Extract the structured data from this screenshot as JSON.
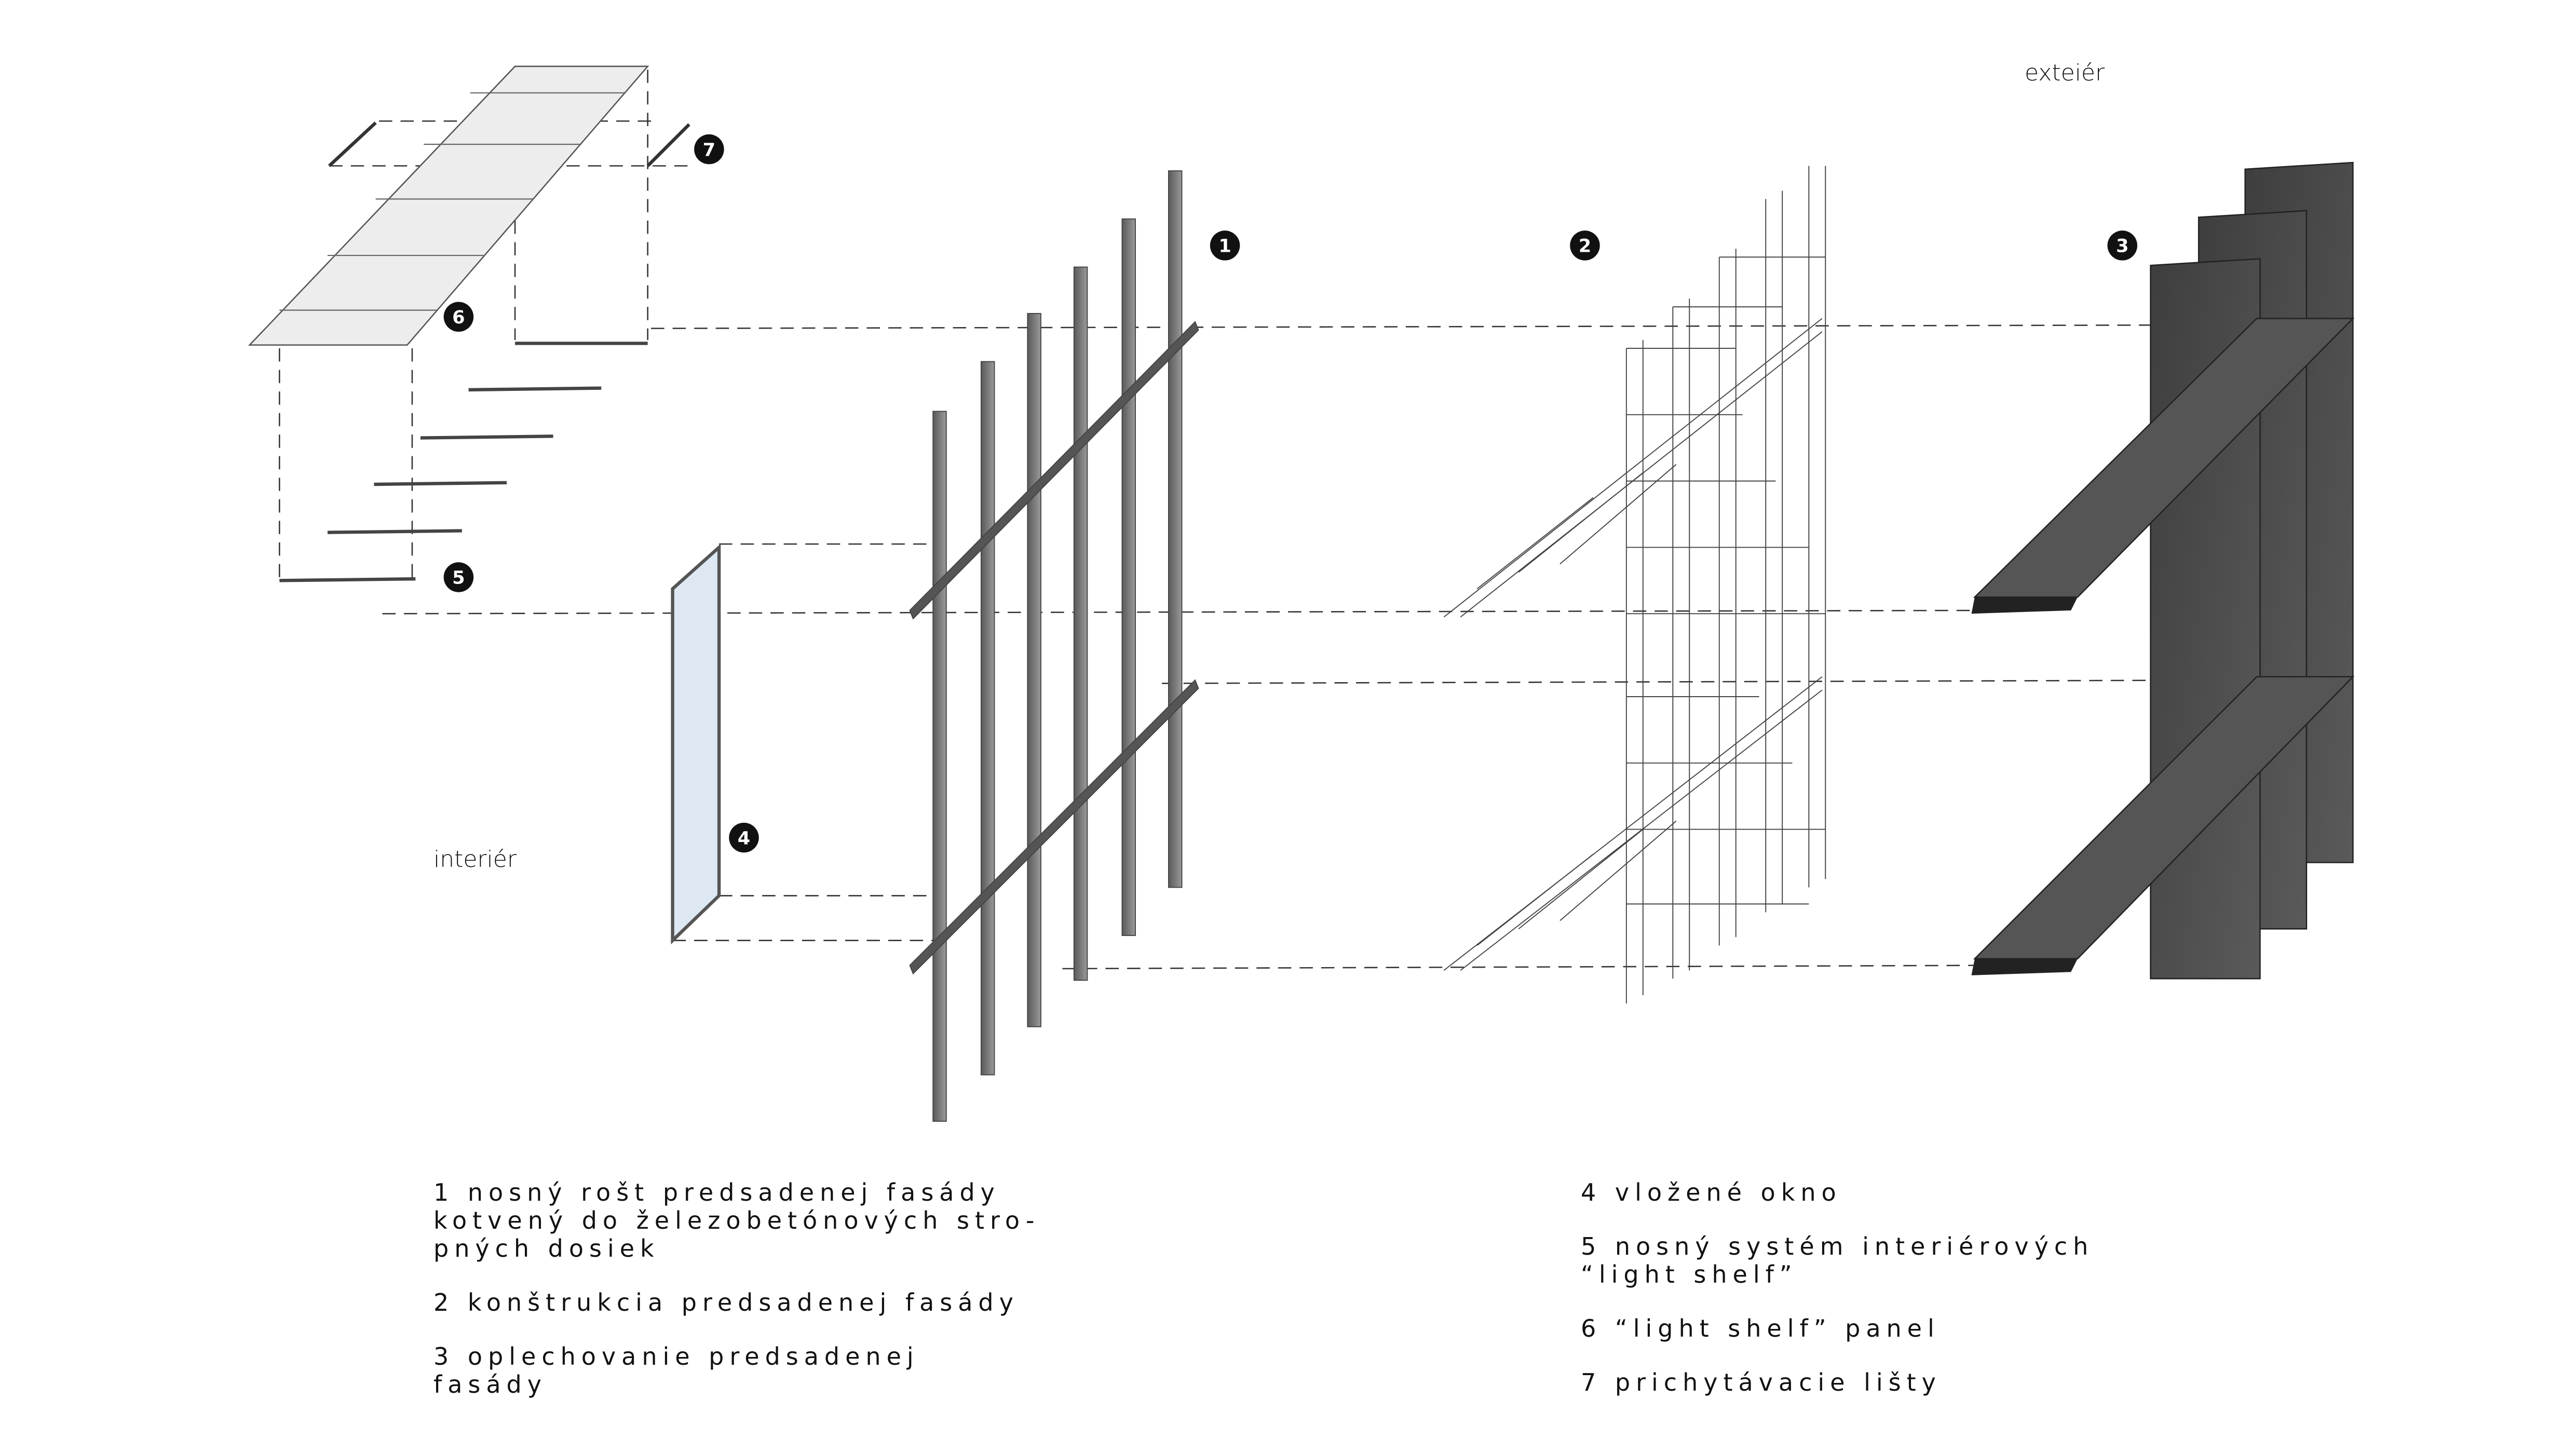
{
  "labels": {
    "exterior": "exteiér",
    "interior": "interiér"
  },
  "markers": [
    "1",
    "2",
    "3",
    "4",
    "5",
    "6",
    "7"
  ],
  "legend": {
    "left": [
      "1  nosný rošt predsadenej fasády\nkotvený do železobetónových stro-\npných dosiek",
      "2  konštrukcia predsadenej fasády",
      "3  oplechovanie predsadenej\nfasády"
    ],
    "right": [
      "4  vložené okno",
      "5  nosný systém interiérových\n“light shelf”",
      "6  “light shelf” panel",
      "7  prichytávacie lišty"
    ]
  },
  "colors": {
    "ink": "#111111",
    "panel_dark": "#4a4a4a",
    "bar_grey": "#7a7a7a",
    "glass": "#dde8f3",
    "shelf_light": "#ececec"
  }
}
